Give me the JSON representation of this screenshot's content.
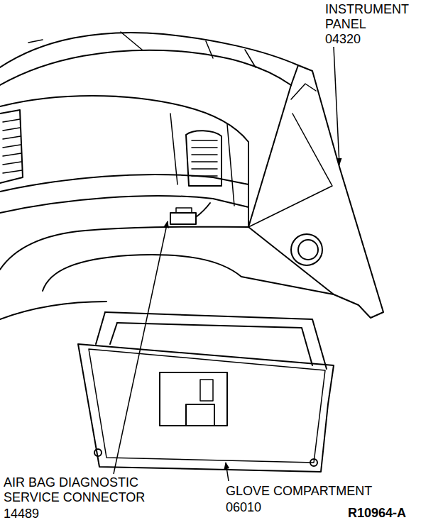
{
  "diagram": {
    "labels": [
      "INSTRUMENT PANEL",
      "04320",
      "AIR BAG DIAGNOSTIC SERVICE CONNECTOR",
      "14489",
      "GLOVE COMPARTMENT",
      "06010",
      "R10964-A"
    ]
  }
}
